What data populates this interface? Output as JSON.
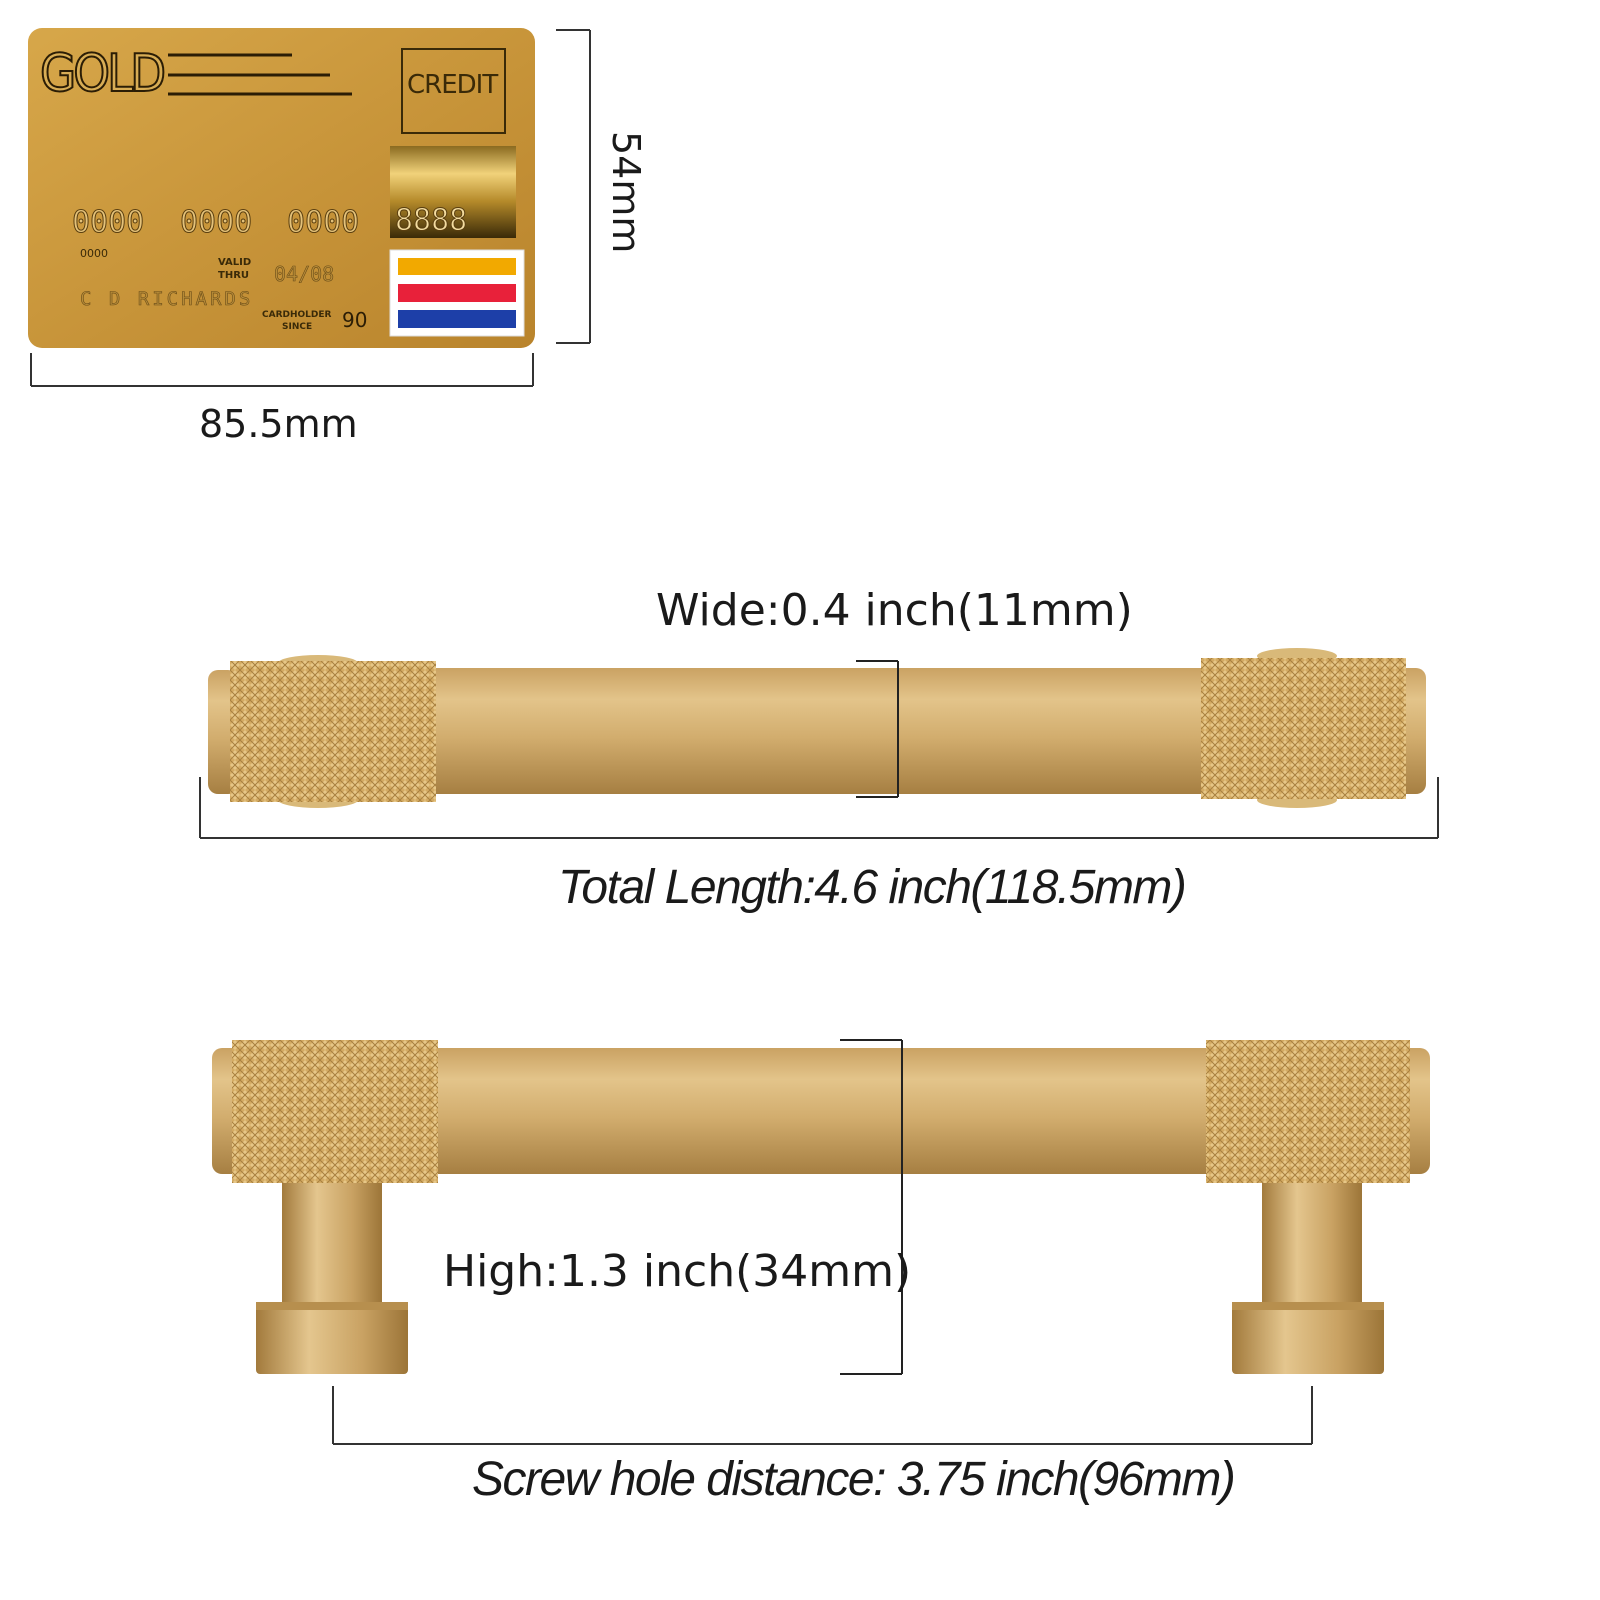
{
  "card": {
    "brand": "GOLD",
    "type": "CREDIT",
    "number_groups": [
      "0000",
      "0000",
      "0000",
      "8888"
    ],
    "small_number": "0000",
    "valid_thru_label_1": "VALID",
    "valid_thru_label_2": "THRU",
    "valid_thru": "04/08",
    "holder_name": "C D RICHARDS",
    "cardholder_since_label_1": "CARDHOLDER",
    "cardholder_since_label_2": "SINCE",
    "cardholder_since": "90",
    "stripe_colors": [
      "#f2a900",
      "#e8213a",
      "#1d3fa8"
    ],
    "gold_color": "#c99a3a"
  },
  "dimensions": {
    "card_height": "54mm",
    "card_width": "85.5mm",
    "wide": "Wide:0.4 inch(11mm)",
    "total_length": "Total Length:4.6 inch(118.5mm)",
    "high": "High:1.3 inch(34mm)",
    "screw_hole_distance": "Screw hole distance: 3.75 inch(96mm)"
  }
}
